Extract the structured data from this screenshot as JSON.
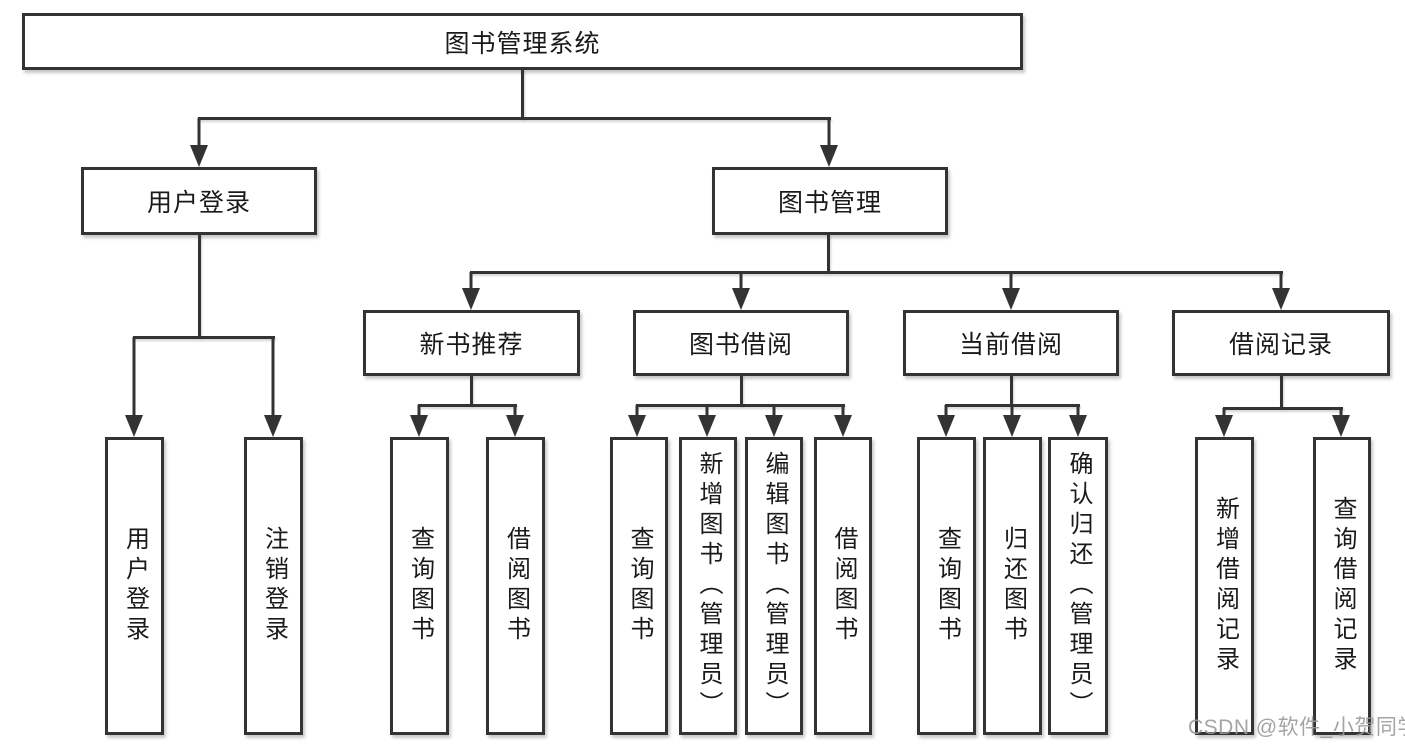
{
  "diagram": {
    "root": {
      "label": "图书管理系统"
    },
    "level2": [
      {
        "id": "user-login",
        "label": "用户登录"
      },
      {
        "id": "book-management",
        "label": "图书管理"
      }
    ],
    "level3": [
      {
        "id": "new-book-recommend",
        "label": "新书推荐"
      },
      {
        "id": "book-borrowing",
        "label": "图书借阅"
      },
      {
        "id": "current-borrowing",
        "label": "当前借阅"
      },
      {
        "id": "borrowing-records",
        "label": "借阅记录"
      }
    ],
    "leaves": {
      "user_login": [
        {
          "label": "用户登录"
        },
        {
          "label": "注销登录"
        }
      ],
      "new_book_recommend": [
        {
          "label": "查询图书"
        },
        {
          "label": "借阅图书"
        }
      ],
      "book_borrowing": [
        {
          "label": "查询图书"
        },
        {
          "label": "新增图书（管理员）"
        },
        {
          "label": "编辑图书（管理员）"
        },
        {
          "label": "借阅图书"
        }
      ],
      "current_borrowing": [
        {
          "label": "查询图书"
        },
        {
          "label": "归还图书"
        },
        {
          "label": "确认归还（管理员）"
        }
      ],
      "borrowing_records": [
        {
          "label": "新增借阅记录"
        },
        {
          "label": "查询借阅记录"
        }
      ]
    }
  },
  "watermark": {
    "text": "CSDN @软件_小贺同学"
  },
  "colors": {
    "line": "#333333",
    "box_background": "#ffffff",
    "text": "#1a1a1a",
    "watermark": "#9b9b9b"
  }
}
